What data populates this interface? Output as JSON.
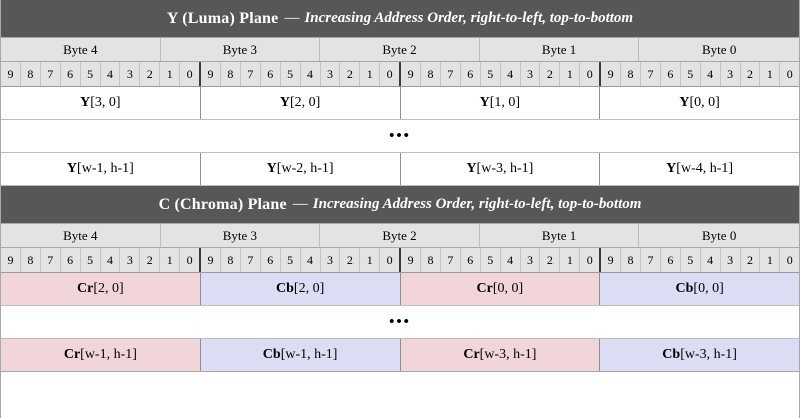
{
  "colors": {
    "header_bar": "#575757",
    "header_text": "#ffffff",
    "byte_row_bg": "#e3e3e3",
    "cr_bg": "#f2d5d8",
    "cb_bg": "#dcdcf4",
    "border": "#a8a8a8",
    "page_bg": "#ffffff"
  },
  "planes": [
    {
      "id": "luma",
      "header": {
        "title": "Y (Luma) Plane",
        "dash": "—",
        "subtitle": "Increasing Address Order, right-to-left, top-to-bottom"
      },
      "byte_labels": [
        "Byte 4",
        "Byte 3",
        "Byte 2",
        "Byte 1",
        "Byte 0"
      ],
      "bits": [
        "9",
        "8",
        "7",
        "6",
        "5",
        "4",
        "3",
        "2",
        "1",
        "0",
        "9",
        "8",
        "7",
        "6",
        "5",
        "4",
        "3",
        "2",
        "1",
        "0",
        "9",
        "8",
        "7",
        "6",
        "5",
        "4",
        "3",
        "2",
        "1",
        "0",
        "9",
        "8",
        "7",
        "6",
        "5",
        "4",
        "3",
        "2",
        "1",
        "0"
      ],
      "rows": [
        {
          "type": "samples",
          "cells": [
            {
              "prefix": "Y",
              "index": "[3, 0]",
              "tint": "none"
            },
            {
              "prefix": "Y",
              "index": "[2, 0]",
              "tint": "none"
            },
            {
              "prefix": "Y",
              "index": "[1, 0]",
              "tint": "none"
            },
            {
              "prefix": "Y",
              "index": "[0, 0]",
              "tint": "none"
            }
          ]
        },
        {
          "type": "ellipsis",
          "text": "•••"
        },
        {
          "type": "samples",
          "cells": [
            {
              "prefix": "Y",
              "index": "[w-1, h-1]",
              "tint": "none"
            },
            {
              "prefix": "Y",
              "index": "[w-2, h-1]",
              "tint": "none"
            },
            {
              "prefix": "Y",
              "index": "[w-3, h-1]",
              "tint": "none"
            },
            {
              "prefix": "Y",
              "index": "[w-4, h-1]",
              "tint": "none"
            }
          ]
        }
      ]
    },
    {
      "id": "chroma",
      "header": {
        "title": "C (Chroma) Plane",
        "dash": "—",
        "subtitle": "Increasing Address Order, right-to-left, top-to-bottom"
      },
      "byte_labels": [
        "Byte 4",
        "Byte 3",
        "Byte 2",
        "Byte 1",
        "Byte 0"
      ],
      "bits": [
        "9",
        "8",
        "7",
        "6",
        "5",
        "4",
        "3",
        "2",
        "1",
        "0",
        "9",
        "8",
        "7",
        "6",
        "5",
        "4",
        "3",
        "2",
        "1",
        "0",
        "9",
        "8",
        "7",
        "6",
        "5",
        "4",
        "3",
        "2",
        "1",
        "0",
        "9",
        "8",
        "7",
        "6",
        "5",
        "4",
        "3",
        "2",
        "1",
        "0"
      ],
      "rows": [
        {
          "type": "samples",
          "cells": [
            {
              "prefix": "Cr",
              "index": "[2, 0]",
              "tint": "cr"
            },
            {
              "prefix": "Cb",
              "index": "[2, 0]",
              "tint": "cb"
            },
            {
              "prefix": "Cr",
              "index": "[0, 0]",
              "tint": "cr"
            },
            {
              "prefix": "Cb",
              "index": "[0, 0]",
              "tint": "cb"
            }
          ]
        },
        {
          "type": "ellipsis",
          "text": "•••"
        },
        {
          "type": "samples",
          "cells": [
            {
              "prefix": "Cr",
              "index": "[w-1, h-1]",
              "tint": "cr"
            },
            {
              "prefix": "Cb",
              "index": "[w-1, h-1]",
              "tint": "cb"
            },
            {
              "prefix": "Cr",
              "index": "[w-3, h-1]",
              "tint": "cr"
            },
            {
              "prefix": "Cb",
              "index": "[w-3, h-1]",
              "tint": "cb"
            }
          ]
        }
      ]
    }
  ]
}
